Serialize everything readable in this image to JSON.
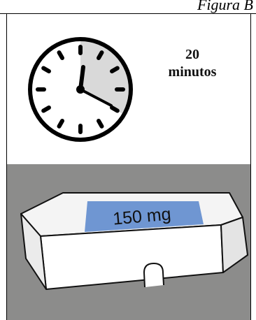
{
  "header": {
    "label": "Figura B"
  },
  "clock": {
    "minutes_value": "20",
    "minutes_unit": "minutos"
  },
  "box": {
    "dose_label": "150 mg",
    "label_color": "#6f96d2",
    "background_color": "#8c8c8b"
  }
}
